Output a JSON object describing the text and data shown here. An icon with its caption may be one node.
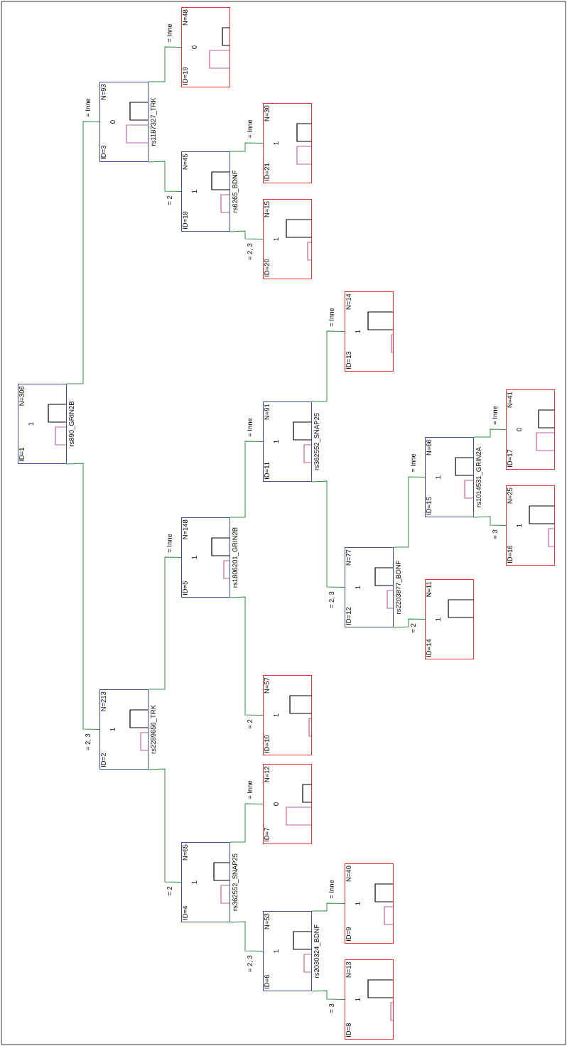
{
  "diagram": {
    "nodes": [
      {
        "text": [
          "ID=1",
          "1",
          "N=306",
          "rs890_GRIN2B"
        ]
      },
      {
        "text": [
          "ID=2",
          "1",
          "N=213",
          "rs2289656_TRK"
        ]
      },
      {
        "text": [
          "ID=3",
          "0",
          "N=93",
          "rs1187327_TRK"
        ]
      },
      {
        "text": [
          "ID=4",
          "1",
          "N=65",
          "rs362552_SNAP25"
        ]
      },
      {
        "text": [
          "ID=5",
          "1",
          "N=148",
          "rs1806201_GRIN2B"
        ]
      },
      {
        "text": [
          "ID=6",
          "1",
          "N=53",
          "rs2030324_BDNF"
        ]
      },
      {
        "text": [
          "ID=7",
          "0",
          "N=12"
        ]
      },
      {
        "text": [
          "ID=8",
          "1",
          "N=13"
        ]
      },
      {
        "text": [
          "ID=9",
          "1",
          "N=40"
        ]
      },
      {
        "text": [
          "ID=10",
          "1",
          "N=57"
        ]
      },
      {
        "text": [
          "ID=11",
          "1",
          "N=91",
          "rs362552_SNAP25"
        ]
      },
      {
        "text": [
          "ID=12",
          "1",
          "N=77",
          "rs2203877_BDNF"
        ]
      },
      {
        "text": [
          "ID=13",
          "1",
          "N=14"
        ]
      },
      {
        "text": [
          "ID=14",
          "1",
          "N=11"
        ]
      },
      {
        "text": [
          "ID=15",
          "1",
          "N=66",
          "rs1014531_GRIN2A"
        ]
      },
      {
        "text": [
          "ID=16",
          "1",
          "N=25"
        ]
      },
      {
        "text": [
          "ID=17",
          "0",
          "N=41"
        ]
      },
      {
        "text": [
          "ID=18",
          "1",
          "N=45",
          "rs6265_BDNF"
        ]
      },
      {
        "text": [
          "ID=19",
          "0",
          "N=48"
        ]
      },
      {
        "text": [
          "ID=20",
          "1",
          "N=15"
        ]
      },
      {
        "text": [
          "ID=21",
          "1",
          "N=30"
        ]
      }
    ],
    "edges": [
      {
        "from": 0,
        "to": 1,
        "arrow": "none",
        "label": "= 2, 3"
      },
      {
        "from": 0,
        "to": 2,
        "arrow": "none",
        "label": "= Inne"
      },
      {
        "from": 1,
        "to": 3,
        "arrow": "none",
        "label": "= 2"
      },
      {
        "from": 1,
        "to": 4,
        "arrow": "none",
        "label": "= Inne"
      },
      {
        "from": 2,
        "to": 17,
        "arrow": "none",
        "label": "= 2"
      },
      {
        "from": 2,
        "to": 18,
        "arrow": "none",
        "label": "= Inne"
      },
      {
        "from": 3,
        "to": 5,
        "arrow": "none",
        "label": "= 2, 3"
      },
      {
        "from": 3,
        "to": 6,
        "arrow": "none",
        "label": "= Inne"
      },
      {
        "from": 4,
        "to": 9,
        "arrow": "none",
        "label": "= 2"
      },
      {
        "from": 4,
        "to": 10,
        "arrow": "none",
        "label": "= Inne"
      },
      {
        "from": 17,
        "to": 19,
        "arrow": "none",
        "label": "= 2, 3"
      },
      {
        "from": 17,
        "to": 20,
        "arrow": "none",
        "label": "= Inne"
      },
      {
        "from": 5,
        "to": 7,
        "arrow": "none",
        "label": "= 3"
      },
      {
        "from": 5,
        "to": 8,
        "arrow": "none",
        "label": "= Inne"
      },
      {
        "from": 10,
        "to": 11,
        "arrow": "none",
        "label": "= 2, 3"
      },
      {
        "from": 10,
        "to": 12,
        "arrow": "none",
        "label": "= Inne"
      },
      {
        "from": 11,
        "to": 13,
        "arrow": "none",
        "label": "= 2"
      },
      {
        "from": 11,
        "to": 14,
        "arrow": "none",
        "label": "= Inne"
      },
      {
        "from": 14,
        "to": 15,
        "arrow": "none",
        "label": "= 3"
      },
      {
        "from": 14,
        "to": 16,
        "arrow": "none",
        "label": "= Inne"
      }
    ]
  }
}
